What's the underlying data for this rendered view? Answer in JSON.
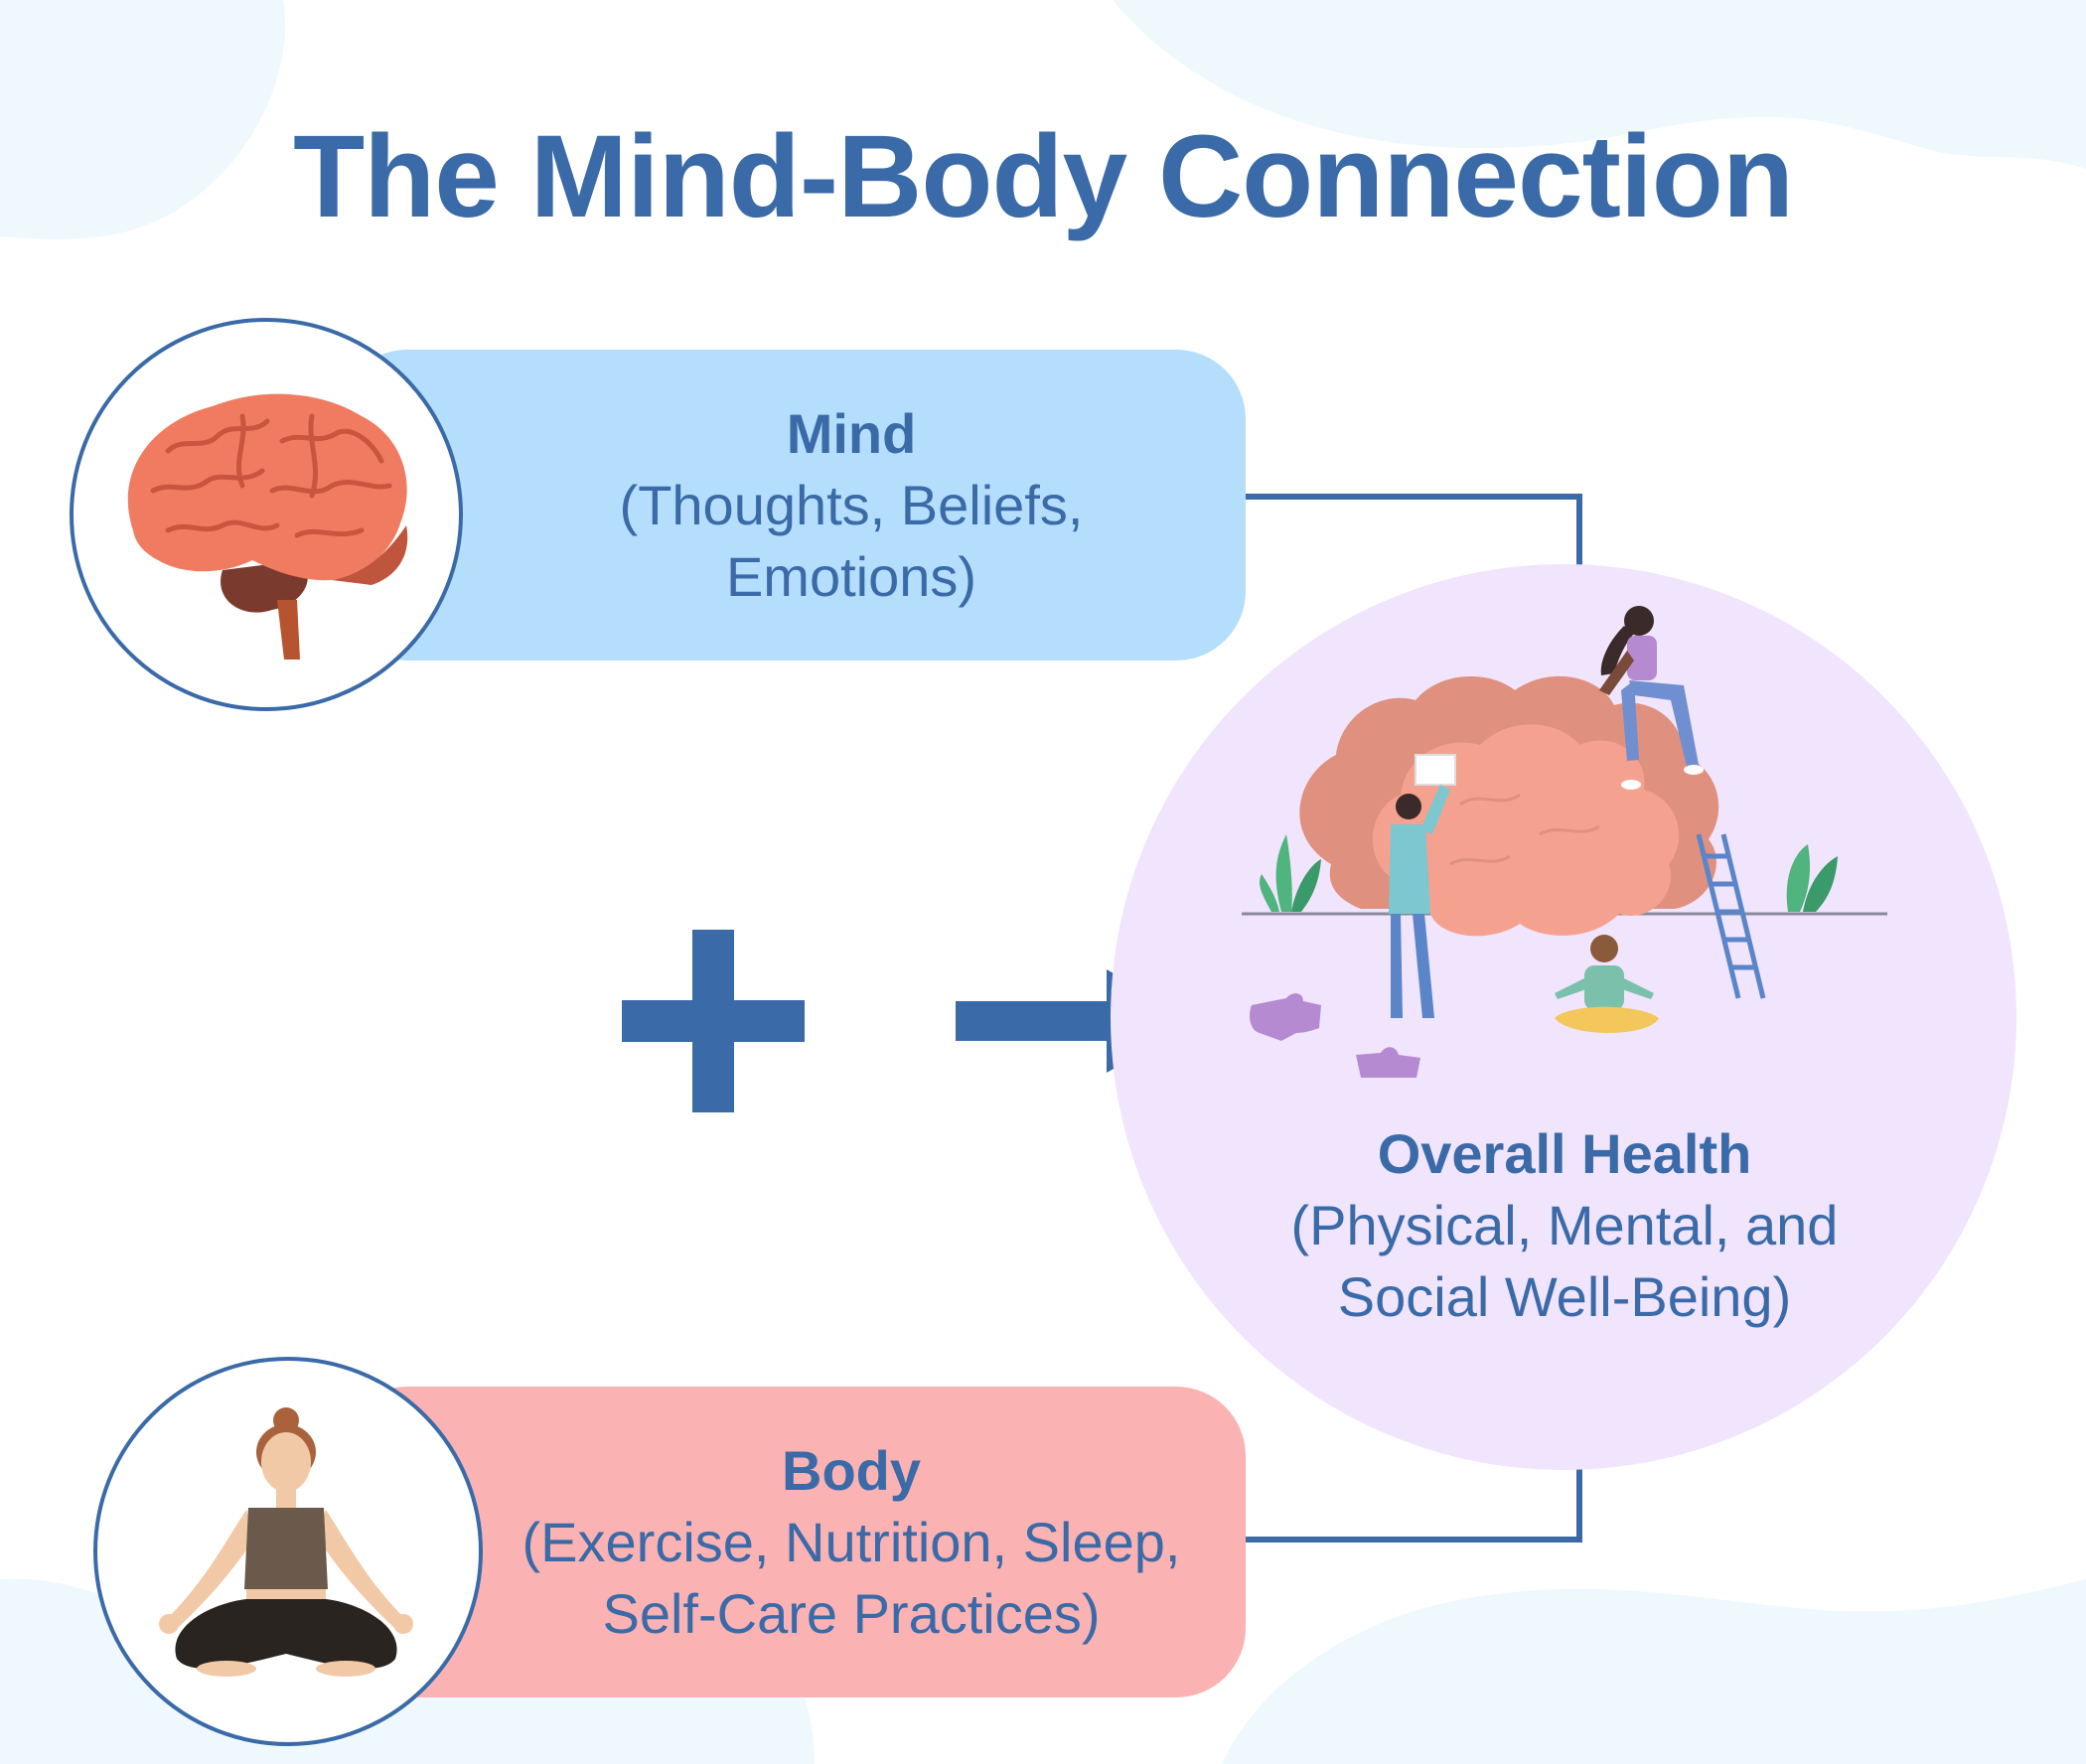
{
  "title": "The Mind-Body Connection",
  "mind": {
    "heading": "Mind",
    "lines": [
      "(Thoughts, Beliefs,",
      "Emotions)"
    ]
  },
  "body": {
    "heading": "Body",
    "lines": [
      "(Exercise, Nutrition, Sleep,",
      "Self-Care Practices)"
    ]
  },
  "overall": {
    "heading": "Overall Health",
    "lines": [
      "(Physical, Mental, and",
      "Social Well-Being)"
    ]
  },
  "icons": [
    "brain-icon",
    "meditating-woman-icon",
    "brain-teamwork-illustration",
    "plus-icon",
    "right-arrow-icon"
  ],
  "colors": {
    "accent": "#3a6aa8",
    "mind_box": "#b4defb",
    "body_box": "#fab2b3",
    "health_circle": "#f1e4fd",
    "background_blob": "#eef8fd"
  }
}
